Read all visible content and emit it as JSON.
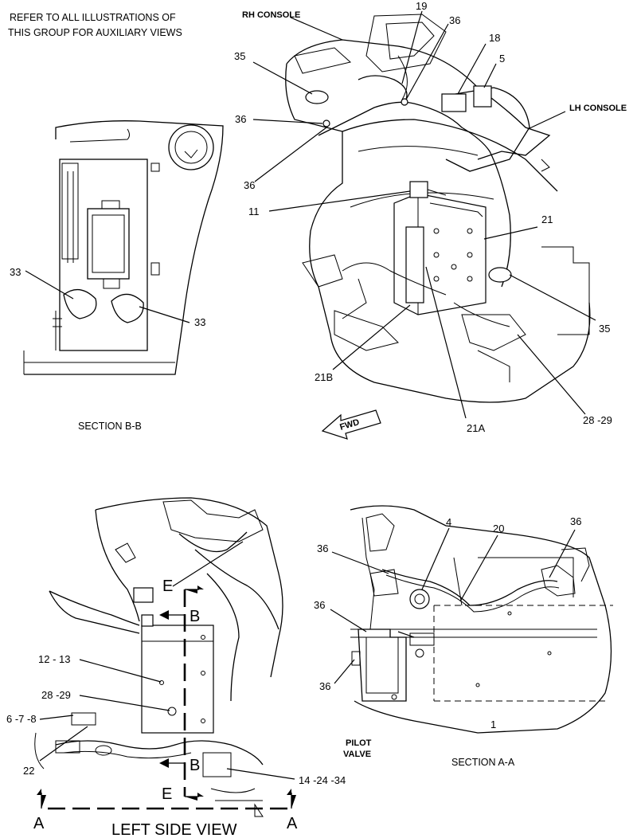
{
  "note": {
    "line1": "REFER TO ALL ILLUSTRATIONS OF",
    "line2": "THIS GROUP FOR AUXILIARY VIEWS"
  },
  "main_view": {
    "consoles": {
      "rh": "RH CONSOLE",
      "lh": "LH CONSOLE"
    },
    "callouts": {
      "c19": "19",
      "c36a": "36",
      "c18": "18",
      "c5": "5",
      "c35a": "35",
      "c36b": "36",
      "c36c": "36",
      "c11": "11",
      "c21": "21",
      "c35b": "35",
      "c21b": "21B",
      "c21a": "21A",
      "c2829": "28 -29"
    },
    "fwd": "FWD"
  },
  "section_bb": {
    "title": "SECTION B-B",
    "callouts": {
      "left": "33",
      "right": "33"
    }
  },
  "left_side_view": {
    "title": "LEFT SIDE VIEW",
    "markers": {
      "a_left": "A",
      "a_right": "A",
      "b_top": "B",
      "b_bottom": "B",
      "e_top": "E",
      "e_bottom": "E"
    },
    "callouts": {
      "c1213": "12 - 13",
      "c2829": "28 -29",
      "c678": "6 -7 -8",
      "c22": "22",
      "c142434": "14 -24 -34"
    }
  },
  "section_aa": {
    "title": "SECTION A-A",
    "pilot_valve": {
      "line1": "PILOT",
      "line2": "VALVE"
    },
    "callouts": {
      "c4": "4",
      "c20": "20",
      "c36top": "36",
      "c36left": "36",
      "c36mid": "36",
      "c36low": "36",
      "c1": "1"
    }
  }
}
